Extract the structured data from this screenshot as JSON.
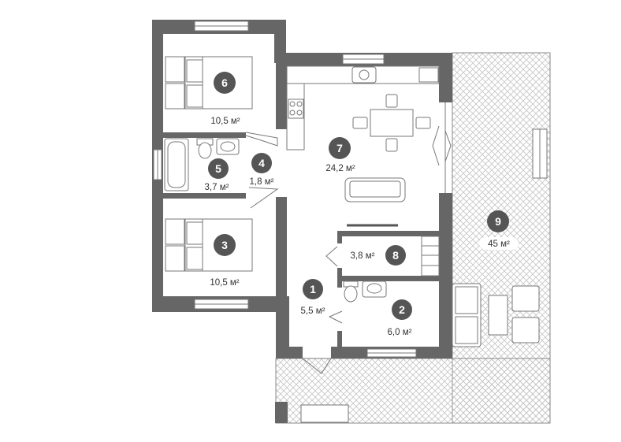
{
  "colors": {
    "wall": "#666666",
    "badge": "#555555",
    "hatch": "#bdbdbd",
    "text": "#333333"
  },
  "rooms": [
    {
      "id": "1",
      "area": "5,5 м²"
    },
    {
      "id": "2",
      "area": "6,0 м²"
    },
    {
      "id": "3",
      "area": "10,5 м²"
    },
    {
      "id": "4",
      "area": "1,8 м²"
    },
    {
      "id": "5",
      "area": "3,7 м²"
    },
    {
      "id": "6",
      "area": "10,5 м²"
    },
    {
      "id": "7",
      "area": "24,2 м²"
    },
    {
      "id": "8",
      "area": "3,8 м²"
    },
    {
      "id": "9",
      "area": "45 м²"
    }
  ]
}
